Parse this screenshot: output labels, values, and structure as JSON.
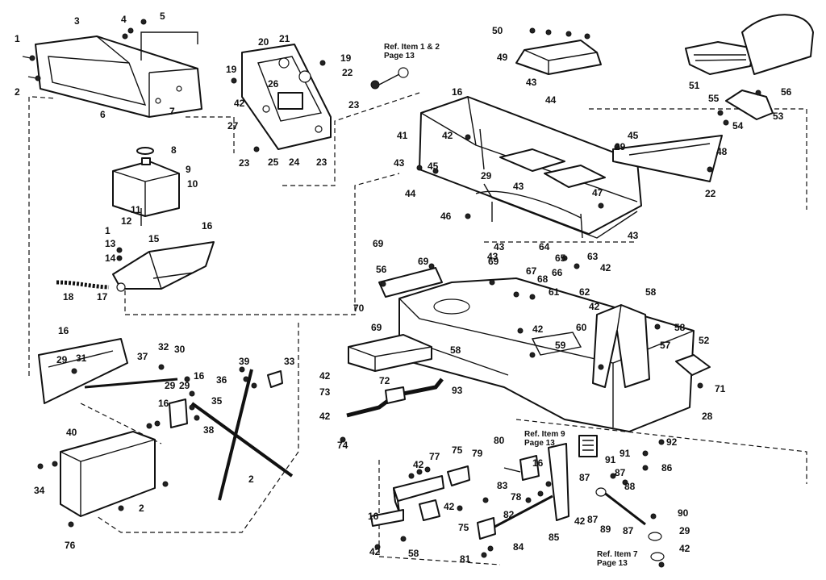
{
  "references": [
    {
      "id": "ref-items-1-2",
      "line1": "Ref. Item 1 & 2",
      "line2": "Page 13"
    },
    {
      "id": "ref-item-9",
      "line1": "Ref. Item 9",
      "line2": "Page 13"
    },
    {
      "id": "ref-item-7",
      "line1": "Ref. Item 7",
      "line2": "Page 13"
    }
  ],
  "callouts": [
    "1",
    "2",
    "3",
    "4",
    "5",
    "6",
    "7",
    "8",
    "9",
    "10",
    "11",
    "12",
    "1",
    "13",
    "14",
    "15",
    "16",
    "18",
    "17",
    "19",
    "20",
    "21",
    "19",
    "22",
    "26",
    "42",
    "23",
    "27",
    "25",
    "24",
    "23",
    "23",
    "50",
    "49",
    "43",
    "44",
    "51",
    "56",
    "55",
    "54",
    "53",
    "16",
    "42",
    "41",
    "43",
    "45",
    "45",
    "29",
    "48",
    "43",
    "44",
    "29",
    "43",
    "46",
    "47",
    "22",
    "43",
    "69",
    "56",
    "69",
    "69",
    "43",
    "64",
    "65",
    "63",
    "42",
    "67",
    "68",
    "66",
    "62",
    "61",
    "42",
    "70",
    "69",
    "42",
    "60",
    "58",
    "59",
    "58",
    "58",
    "57",
    "52",
    "71",
    "42",
    "72",
    "73",
    "42",
    "74",
    "93",
    "28",
    "16",
    "29",
    "31",
    "32",
    "30",
    "37",
    "16",
    "36",
    "29",
    "29",
    "35",
    "16",
    "38",
    "39",
    "33",
    "40",
    "2",
    "2",
    "34",
    "76",
    "42",
    "77",
    "75",
    "79",
    "80",
    "16",
    "83",
    "78",
    "42",
    "75",
    "16",
    "42",
    "58",
    "81",
    "82",
    "84",
    "85",
    "42",
    "92",
    "91",
    "91",
    "86",
    "87",
    "87",
    "88",
    "87",
    "89",
    "87",
    "90",
    "29",
    "42"
  ]
}
